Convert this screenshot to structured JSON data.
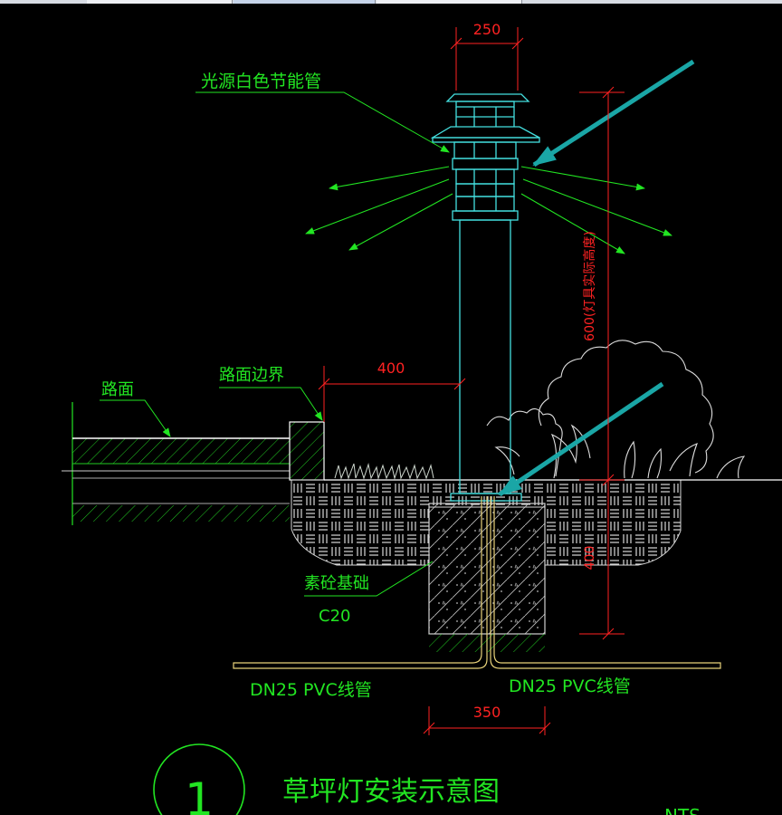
{
  "labels": {
    "light_source": "光源白色节能管",
    "road_surface": "路面",
    "road_edge": "路面边界",
    "concrete_base": "素砼基础",
    "concrete_grade": "C20",
    "conduit_left": "DN25 PVC线管",
    "conduit_right": "DN25 PVC线管"
  },
  "dimensions": {
    "top_width": "250",
    "offset": "400",
    "height": "600(灯具实际高度)",
    "base_depth": "400",
    "base_width": "350"
  },
  "title": {
    "number": "1",
    "text": "草坪灯安装示意图",
    "scale_partial": "NTS"
  },
  "colors": {
    "annotation": "#22e522",
    "dimension": "#ff2222",
    "lamp": "#44e0e0",
    "arrow_pointer": "#1aa6a6",
    "conduit": "#e8d27a",
    "background": "#000000"
  }
}
